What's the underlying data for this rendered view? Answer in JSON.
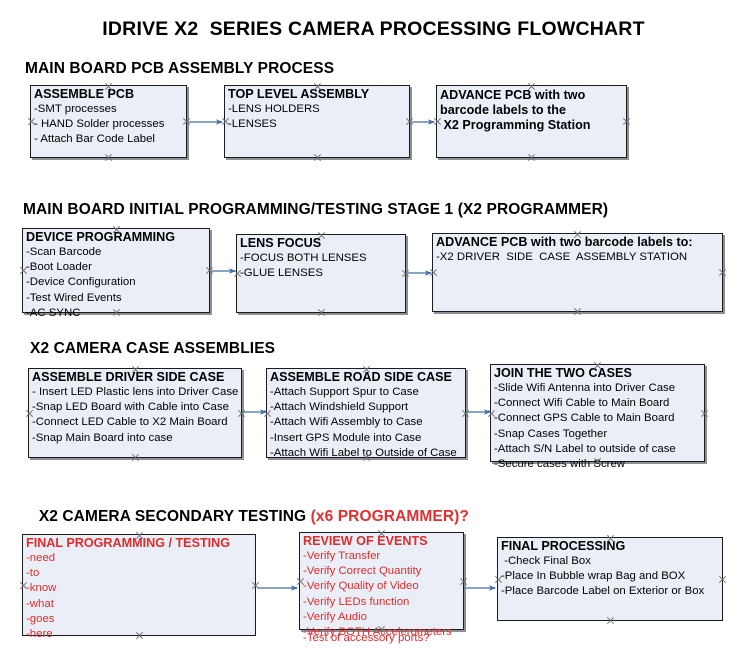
{
  "document": {
    "title": "IDRIVE X2  SERIES CAMERA PROCESSING FLOWCHART",
    "accent_color": "#e02b2b",
    "box_fill": "#eaeff7",
    "box_border": "#1b1b1b",
    "connector_color": "#8aa4c4"
  },
  "sections": [
    {
      "id": "main-board-pcb-assembly-process",
      "heading": "MAIN BOARD PCB ASSEMBLY PROCESS",
      "heading_accent": ""
    },
    {
      "id": "main-board-initial-programming",
      "heading": "MAIN BOARD INITIAL PROGRAMMING/TESTING STAGE 1 (X2 PROGRAMMER)",
      "heading_accent": ""
    },
    {
      "id": "x2-camera-case-assemblies",
      "heading": "X2 CAMERA CASE ASSEMBLIES",
      "heading_accent": ""
    },
    {
      "id": "x2-camera-secondary-testing",
      "heading": "X2 CAMERA SECONDARY TESTING ",
      "heading_accent": "(x6 PROGRAMMER)?"
    }
  ],
  "boxes": [
    {
      "id": "assemble-pcb",
      "title": "ASSEMBLE PCB",
      "lines": [
        "-SMT processes",
        "- HAND Solder processes",
        "- Attach Bar Code Label"
      ]
    },
    {
      "id": "top-level-assembly",
      "title": "TOP LEVEL ASSEMBLY",
      "lines": [
        "-LENS HOLDERS",
        "-LENSES"
      ]
    },
    {
      "id": "advance-pcb-to-x2-programming-station",
      "title": "ADVANCE PCB with two\nbarcode labels to the\n X2 Programming Station",
      "lines": []
    },
    {
      "id": "device-programming",
      "title": "DEVICE PROGRAMMING",
      "lines": [
        "-Scan Barcode",
        "-Boot Loader",
        "-Device Configuration",
        "-Test Wired Events",
        "-AC SYNC"
      ]
    },
    {
      "id": "lens-focus",
      "title": "LENS FOCUS",
      "lines": [
        "-FOCUS BOTH LENSES",
        "-GLUE LENSES"
      ]
    },
    {
      "id": "advance-pcb-to-driver-side-case-station",
      "title": "ADVANCE PCB with two barcode labels to:",
      "lines": [
        "-X2 DRIVER  SIDE  CASE  ASSEMBLY STATION"
      ]
    },
    {
      "id": "assemble-driver-side-case",
      "title": "ASSEMBLE DRIVER SIDE CASE",
      "lines": [
        "- Insert LED Plastic lens into Driver Case",
        "-Snap LED Board with Cable into Case",
        "-Connect LED Cable to X2 Main Board",
        "-Snap Main Board into case"
      ]
    },
    {
      "id": "assemble-road-side-case",
      "title": "ASSEMBLE ROAD SIDE CASE",
      "lines": [
        "-Attach Support Spur to Case",
        "-Attach Windshield Support",
        "-Attach Wifi Assembly to Case",
        "-Insert GPS Module into Case",
        "-Attach Wifi Label to Outside of Case"
      ]
    },
    {
      "id": "join-the-two-cases",
      "title": "JOIN THE TWO CASES",
      "lines": [
        "-Slide Wifi Antenna into Driver Case",
        "-Connect Wifi Cable to Main Board",
        "-Connect GPS Cable to Main Board",
        "-Snap Cases Together",
        "-Attach S/N Label to outside of case",
        "-Secure cases with Screw"
      ]
    },
    {
      "id": "final-programming-testing",
      "title": "FINAL PROGRAMMING / TESTING",
      "lines": [
        "-need",
        "-to",
        "-know",
        "-what",
        "-goes",
        "-here"
      ]
    },
    {
      "id": "review-of-events",
      "title": "REVIEW OF EVENTS",
      "lines": [
        "-Verify Transfer",
        "-Verify Correct Quantity",
        "-Verify Quality of Video",
        "-Verify LEDs function",
        "-Verify Audio",
        "-Verify BOTH Accelerometers"
      ],
      "overflow_line": "-Test of accessory ports?"
    },
    {
      "id": "final-processing",
      "title": "FINAL PROCESSING",
      "lines": [
        " -Check Final Box",
        "-Place In Bubble wrap Bag and BOX",
        "-Place Barcode Label on Exterior or Box"
      ]
    }
  ]
}
